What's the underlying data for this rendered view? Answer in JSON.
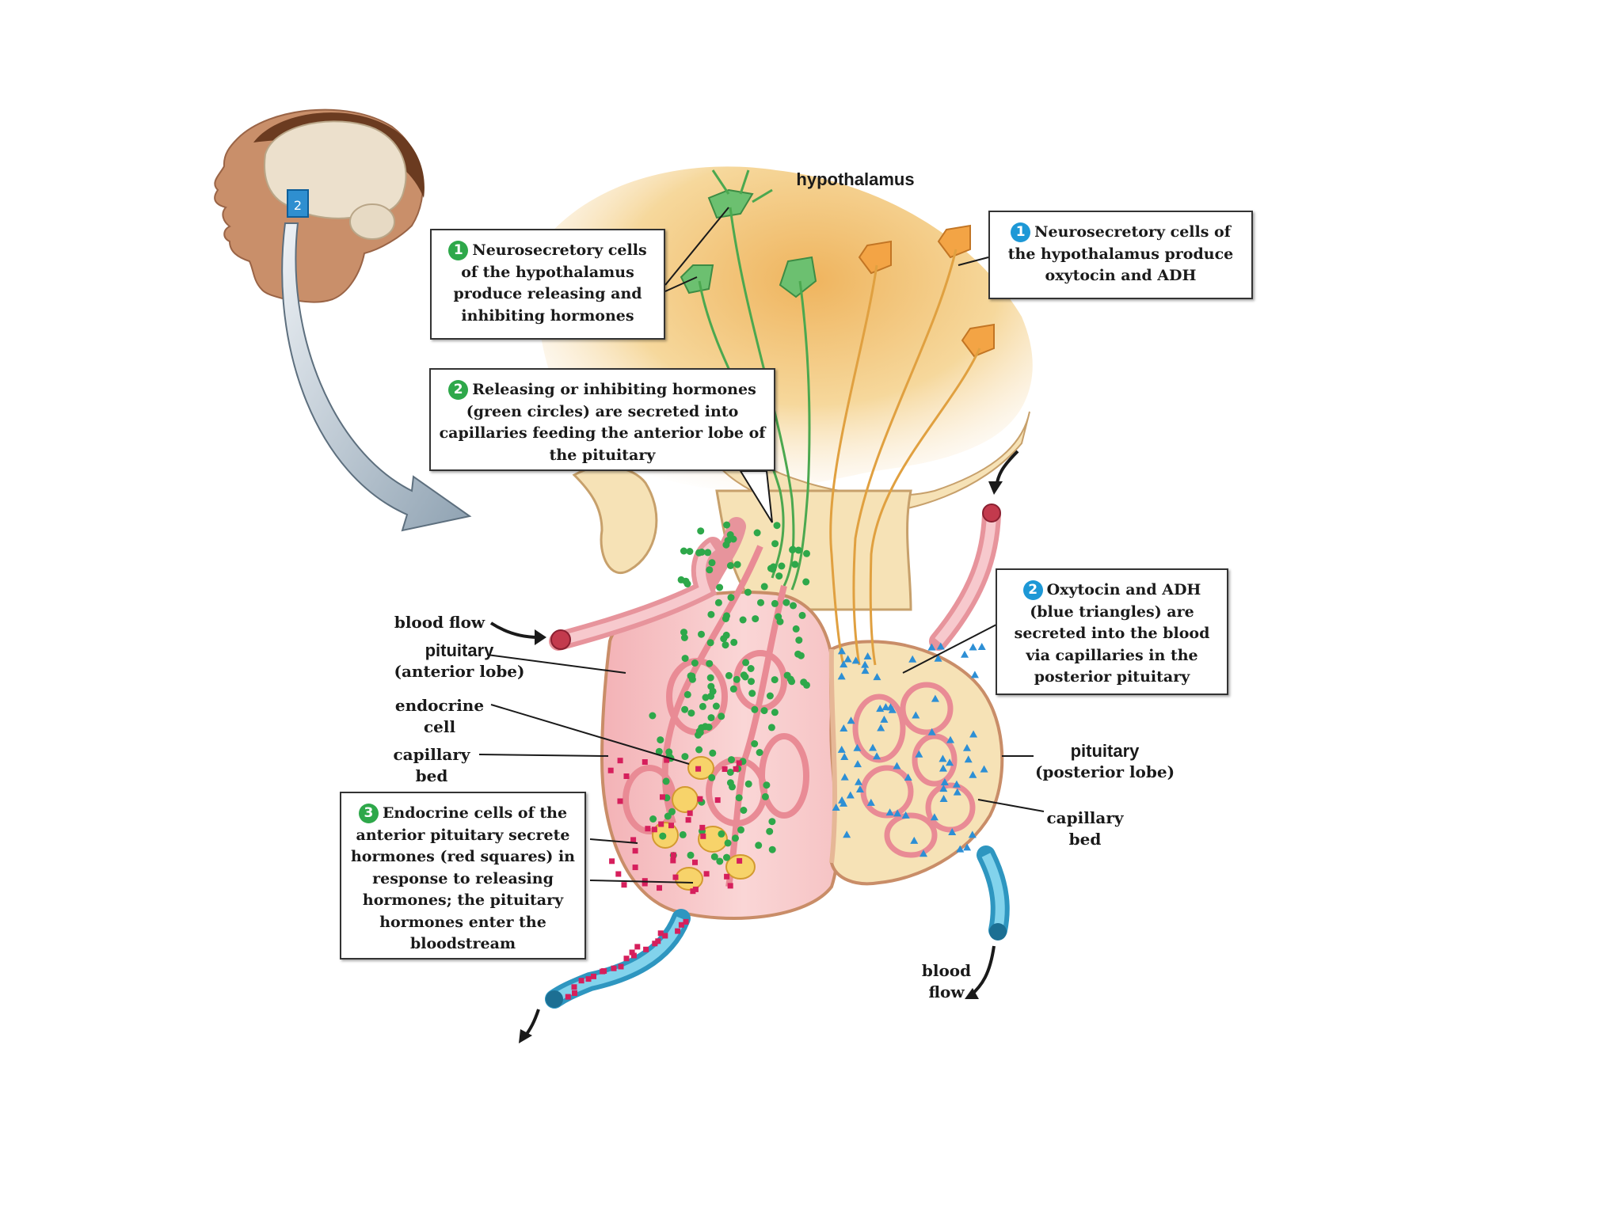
{
  "title": "hypothalamus",
  "head_inset": {
    "marker": "2"
  },
  "callouts": {
    "green_1": {
      "number": "1",
      "text": "Neurosecretory cells of the hypothalamus produce releasing and inhibiting hormones"
    },
    "green_2": {
      "number": "2",
      "text": "Releasing or inhibiting hormones (green circles) are secreted into capillaries feeding the anterior lobe of the pituitary"
    },
    "green_3": {
      "number": "3",
      "text": "Endocrine cells of the anterior pituitary secrete hormones (red squares) in response to releasing hormones; the pituitary hormones enter the bloodstream"
    },
    "blue_1": {
      "number": "1",
      "text": "Neurosecretory cells of the hypothalamus produce oxytocin and ADH"
    },
    "blue_2": {
      "number": "2",
      "text": "Oxytocin and ADH (blue triangles) are secreted into the blood via capillaries in the posterior pituitary"
    }
  },
  "labels": {
    "blood_flow_in": "blood flow",
    "pituitary_anterior_name": "pituitary",
    "pituitary_anterior_sub": "(anterior lobe)",
    "endocrine_cell_1": "endocrine",
    "endocrine_cell_2": "cell",
    "capillary_bed_left_1": "capillary",
    "capillary_bed_left_2": "bed",
    "pituitary_posterior_name": "pituitary",
    "pituitary_posterior_sub": "(posterior lobe)",
    "capillary_bed_right_1": "capillary",
    "capillary_bed_right_2": "bed",
    "blood_flow_out_1": "blood",
    "blood_flow_out_2": "flow"
  },
  "colors": {
    "releasing_hormone_cells": "#6cc070",
    "oxytocin_adh_cells": "#f3a445",
    "capillaries": "#e98b95",
    "anterior_lobe": "#f6c6c8",
    "posterior_lobe": "#f6e2b6",
    "veins": "#4cb8d8",
    "green_circles": "#2ea84a",
    "blue_triangles": "#2d8fd5",
    "red_squares": "#d61f5c"
  }
}
